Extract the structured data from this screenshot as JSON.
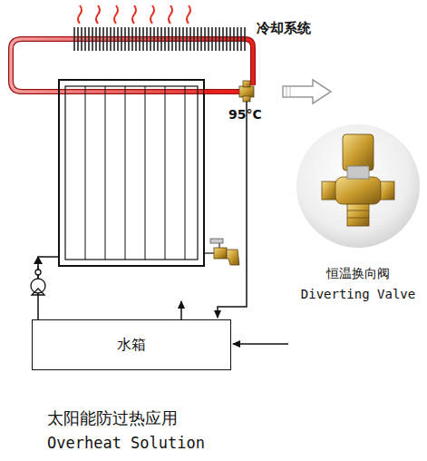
{
  "diagram": {
    "title": "太阳能防过热应用",
    "caption": "Overheat Solution",
    "nodes": [
      {
        "text": [
          "水箱"
        ]
      },
      {
        "text": [
          "恒温换向阀",
          "Diverting Valve"
        ]
      }
    ],
    "labels": [
      "冷却系统",
      "95°C"
    ]
  }
}
